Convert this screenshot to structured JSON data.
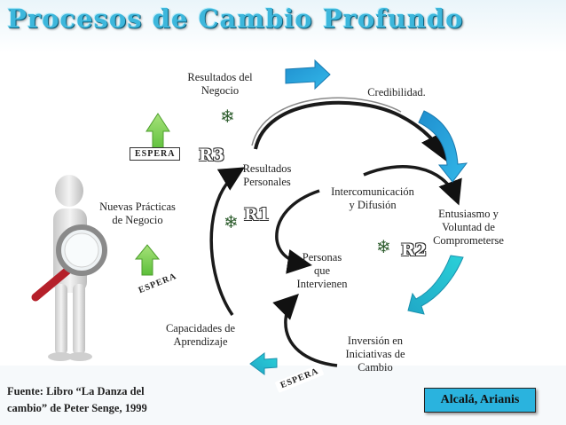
{
  "title": "Procesos de Cambio Profundo",
  "nodes": {
    "resultados_negocio": "Resultados del\nNegocio",
    "credibilidad": "Credibilidad.",
    "resultados_personales": "Resultados\nPersonales",
    "intercomunicacion": "Intercomunicación\ny Difusión",
    "entusiasmo": "Entusiasmo y\nVoluntad de\nComprometerse",
    "nuevas_practicas": "Nuevas Prácticas\nde Negocio",
    "personas": "Personas\nque\nIntervienen",
    "capacidades": "Capacidades de\nAprendizaje",
    "inversion": "Inversión en\nIniciativas de\nCambio"
  },
  "espera_label": "ESPERA",
  "loops": {
    "r1": "R1",
    "r2": "R2",
    "r3": "R3"
  },
  "source": "Fuente: Libro “La Danza del\ncambio” de Peter Senge, 1999",
  "author": "Alcalá, Arianis",
  "colors": {
    "blue": "#2aa7d8",
    "teal": "#2bc3cf",
    "green": "#7ccf4a",
    "title": "#3db7dc"
  },
  "icons": [
    "pine-tree-icon",
    "magnifier-person-icon"
  ]
}
